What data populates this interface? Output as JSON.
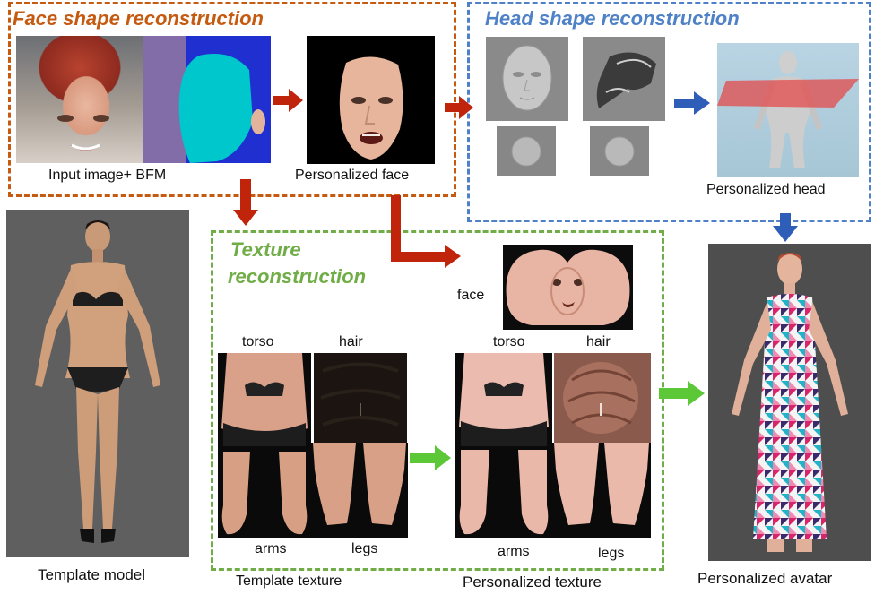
{
  "colors": {
    "face_section": "#c55a11",
    "head_section": "#4f81c7",
    "texture_section": "#70ad47",
    "red_arrow": "#c0250c",
    "blue_arrow": "#2f5eb8",
    "green_arrow": "#5cc838"
  },
  "sections": {
    "face_shape": "Face shape reconstruction",
    "head_shape": "Head shape reconstruction",
    "texture_line1": "Texture",
    "texture_line2": "reconstruction"
  },
  "labels": {
    "input_image": "Input image+ BFM",
    "personalized_face": "Personalized face",
    "personalized_head": "Personalized head",
    "template_model": "Template model",
    "face": "face",
    "torso_template": "torso",
    "hair_template": "hair",
    "arms_template": "arms",
    "legs_template": "legs",
    "torso_personalized": "torso",
    "hair_personalized": "hair",
    "arms_personalized": "arms",
    "legs_personalized": "legs",
    "template_texture": "Template texture",
    "personalized_texture": "Personalized texture",
    "personalized_avatar": "Personalized avatar"
  }
}
